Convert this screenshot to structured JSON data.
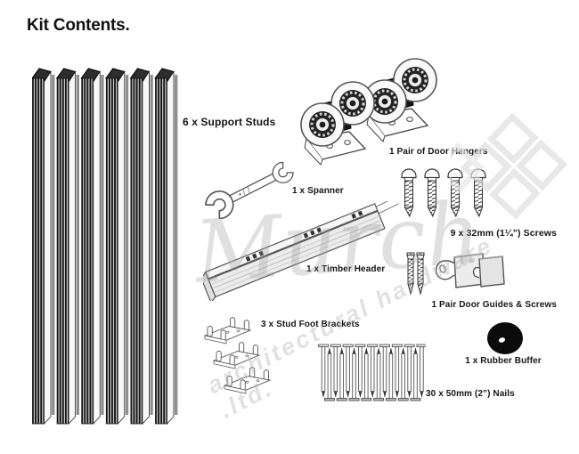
{
  "title": "Kit Contents.",
  "items": {
    "support_studs": {
      "label": "6 x Support Studs"
    },
    "door_hangers": {
      "label": "1 Pair of Door Hangers"
    },
    "spanner": {
      "label": "1 x Spanner"
    },
    "screws": {
      "label": "9 x 32mm (1¼”) Screws"
    },
    "timber_header": {
      "label": "1 x Timber Header"
    },
    "door_guides": {
      "label": "1 Pair Door Guides & Screws"
    },
    "foot_brackets": {
      "label": "3 x Stud Foot Brackets"
    },
    "rubber_buffer": {
      "label": "1 x Rubber Buffer"
    },
    "nails": {
      "label": "30 x 50mm (2”) Nails"
    }
  },
  "watermark": {
    "script_text": "Murch",
    "line_text": "architectural hardware .ltd.",
    "logo": "four-squares-logo"
  },
  "colors": {
    "text": "#151515",
    "line_art": "#555555",
    "stud_dark": "#141414",
    "rubber_buffer": "#0b0b0b",
    "watermark_gray": "#a8a8a8",
    "background": "#ffffff"
  }
}
